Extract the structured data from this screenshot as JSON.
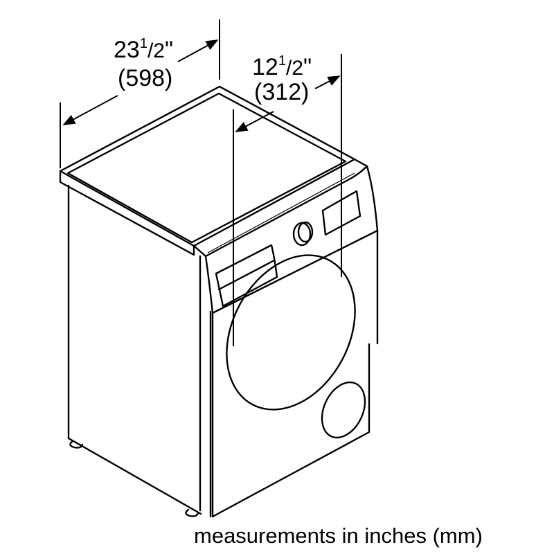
{
  "diagram": {
    "subject": "washer-dryer",
    "colors": {
      "line": "#000000",
      "background": "#ffffff"
    },
    "dimensions": {
      "width": {
        "whole": "23",
        "numerator": "1",
        "slash": "/",
        "denominator": "2",
        "unit": "\"",
        "metric": "(598)"
      },
      "depth": {
        "whole": "12",
        "numerator": "1",
        "slash": "/",
        "denominator": "2",
        "unit": "\"",
        "metric": "(312)"
      }
    },
    "caption": "measurements in inches (mm)"
  }
}
